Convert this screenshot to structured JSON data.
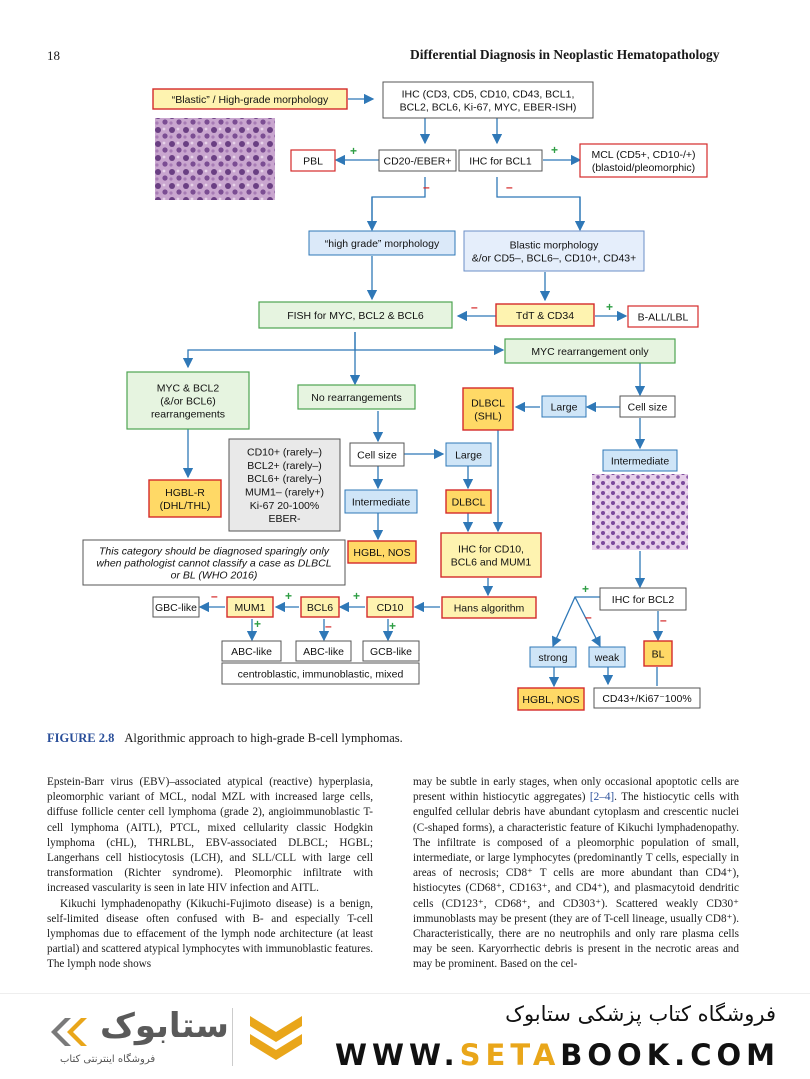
{
  "header": {
    "page_number": "18",
    "running_title": "Differential Diagnosis in Neoplastic Hematopathology"
  },
  "figure": {
    "label": "FIGURE 2.8",
    "caption": "Algorithmic approach to high-grade B-cell lymphomas.",
    "boxes": {
      "blastic": "“Blastic” / High-grade morphology",
      "ihc_panel_1": "IHC (CD3, CD5, CD10, CD43, BCL1,",
      "ihc_panel_2": "BCL2, BCL6, Ki-67, MYC, EBER-ISH)",
      "pbl": "PBL",
      "cd20_eber": "CD20-/EBER+",
      "ihc_bcl1": "IHC for BCL1",
      "mcl_1": "MCL (CD5+, CD10-/+)",
      "mcl_2": "(blastoid/pleomorphic)",
      "high_grade_morph": "“high grade” morphology",
      "blastic_morph_1": "Blastic morphology",
      "blastic_morph_2": "&/or CD5–, BCL6–, CD10+, CD43+",
      "fish": "FISH for MYC, BCL2 & BCL6",
      "tdt": "TdT & CD34",
      "ball": "B-ALL/LBL",
      "myc_only": "MYC rearrangement only",
      "myc_bcl_1": "MYC & BCL2",
      "myc_bcl_2": "(&/or BCL6)",
      "myc_bcl_3": "rearrangements",
      "no_rearr": "No rearrangements",
      "dlbcl_shl_1": "DLBCL",
      "dlbcl_shl_2": "(SHL)",
      "large_1": "Large",
      "cell_size_1": "Cell size",
      "cell_size_2": "Cell size",
      "large_2": "Large",
      "intermediate_1": "Intermediate",
      "intermediate_2": "Intermediate",
      "hgbl_r_1": "HGBL-R",
      "hgbl_r_2": "(DHL/THL)",
      "immuno": [
        "CD10+ (rarely–)",
        "BCL2+ (rarely–)",
        "BCL6+ (rarely–)",
        "MUM1– (rarely+)",
        "Ki-67 20-100%",
        "EBER-"
      ],
      "dlbcl": "DLBCL",
      "note_1": "This category should be diagnosed sparingly only",
      "note_2": "when pathologist cannot classify a case as DLBCL",
      "note_3": "or BL (WHO 2016)",
      "hgbl_nos_1": "HGBL, NOS",
      "ihc_cd10_1": "IHC for CD10,",
      "ihc_cd10_2": "BCL6 and MUM1",
      "gbc": "GBC-like",
      "mum1": "MUM1",
      "bcl6": "BCL6",
      "cd10": "CD10",
      "hans": "Hans algorithm",
      "ihc_bcl2": "IHC for BCL2",
      "abc_1": "ABC-like",
      "abc_2": "ABC-like",
      "gcb": "GCB-like",
      "strong": "strong",
      "weak": "weak",
      "bl": "BL",
      "morph_types": "centroblastic, immunoblastic, mixed",
      "hgbl_nos_2": "HGBL, NOS",
      "cd43_ki67": "CD43+/Ki67⁻100%"
    },
    "signs": {
      "plus": "+",
      "minus": "–"
    }
  },
  "body": {
    "left_p1": "Epstein-Barr virus (EBV)–associated atypical (reactive) hyperplasia, pleomorphic variant of MCL, nodal MZL with increased large cells, diffuse follicle center cell lymphoma (grade 2), angioimmunoblastic T-cell lymphoma (AITL), PTCL, mixed cellularity classic Hodgkin lymphoma (cHL), THRLBL, EBV-associated DLBCL; HGBL; Langerhans cell histiocytosis (LCH), and SLL/CLL with large cell transformation (Richter syndrome). Pleomorphic infiltrate with increased vascularity is seen in late HIV infection and AITL.",
    "left_p2": "Kikuchi lymphadenopathy (Kikuchi-Fujimoto disease) is a benign, self-limited disease often confused with B- and especially T-cell lymphomas due to effacement of the lymph node architecture (at least partial) and scattered atypical lymphocytes with immunoblastic features. The lymph node shows",
    "right_p1_a": "may be subtle in early stages, when only occasional apoptotic cells are present within histiocytic aggregates)",
    "right_cite": "[2–4]",
    "right_p1_b": ". The histiocytic cells with engulfed cellular debris have abundant cytoplasm and crescentic nuclei (C-shaped forms), a characteristic feature of Kikuchi lymphadenopathy. The infiltrate is composed of a pleomorphic population of small, intermediate, or large lymphocytes (predominantly T cells, especially in areas of necrosis; CD8⁺ T cells are more abundant than CD4⁺), histiocytes (CD68⁺, CD163⁺, and CD4⁺), and plasmacytoid dendritic cells (CD123⁺, CD68⁺, and CD303⁺). Scattered weakly CD30⁺ immunoblasts may be present (they are of T-cell lineage, usually CD8⁺). Characteristically, there are no neutrophils and only rare plasma cells may be seen. Karyorrhectic debris is present in the necrotic areas and may be prominent. Based on the cel-"
  },
  "banner": {
    "logo_name": "ستابوک",
    "logo_sub": "فروشگاه اینترنتی کتاب",
    "shop_title": "فروشگاه کتاب پزشکی ستابوک",
    "url_1": "WWW.",
    "url_2": "SETA",
    "url_3": "BOOK.COM"
  }
}
